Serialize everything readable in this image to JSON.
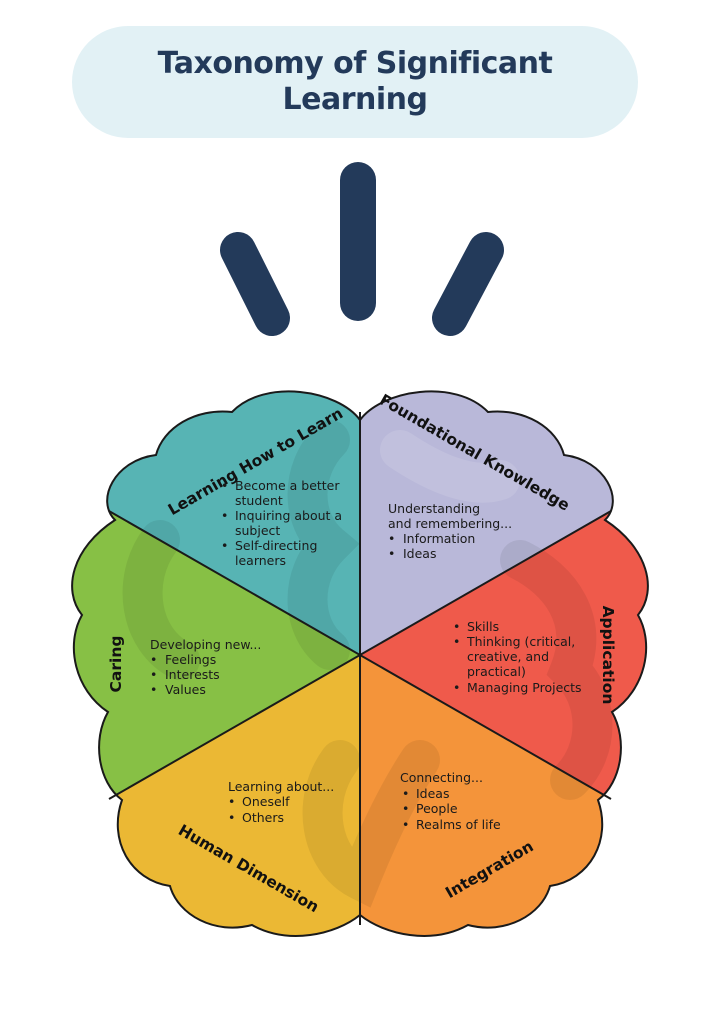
{
  "title": {
    "line1": "Taxonomy of Significant",
    "line2": "Learning"
  },
  "colors": {
    "title_bg": "#e2f1f5",
    "title_text": "#233a5a",
    "rays": "#233a5a",
    "learning_how_to_learn": "#57b4b4",
    "foundational_knowledge": "#b9b8d9",
    "application": "#ef5a4b",
    "integration": "#f4943a",
    "human_dimension": "#ebb834",
    "caring": "#87c045"
  },
  "segments": {
    "learning_how_to_learn": {
      "label": "Learning How to Learn",
      "items": [
        "Become a better",
        "student",
        "Inquiring about a",
        "subject",
        "Self-directing",
        "learners"
      ]
    },
    "foundational_knowledge": {
      "label": "Foundational Knowledge",
      "intro1": "Understanding",
      "intro2": "and remembering...",
      "items": [
        "Information",
        "Ideas"
      ]
    },
    "application": {
      "label": "Application",
      "items": [
        "Skills",
        "Thinking (critical,",
        "creative, and",
        "practical)",
        "Managing Projects"
      ]
    },
    "integration": {
      "label": "Integration",
      "intro": "Connecting...",
      "items": [
        "Ideas",
        "People",
        "Realms of life"
      ]
    },
    "human_dimension": {
      "label": "Human Dimension",
      "intro": "Learning about...",
      "items": [
        "Oneself",
        "Others"
      ]
    },
    "caring": {
      "label": "Caring",
      "intro": "Developing new...",
      "items": [
        "Feelings",
        "Interests",
        "Values"
      ]
    }
  }
}
